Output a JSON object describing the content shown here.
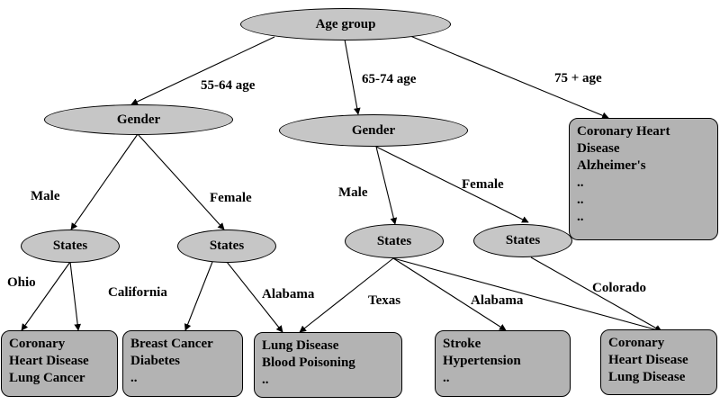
{
  "nodes": {
    "age_group": "Age group",
    "gender_55": "Gender",
    "gender_65": "Gender",
    "states_male_55": "States",
    "states_female_55": "States",
    "states_male_65": "States",
    "states_female_65": "States",
    "box_75": [
      "Coronary  Heart",
      "Disease",
      "Alzheimer's",
      "..",
      "..",
      ".."
    ],
    "box_ohio": [
      "Coronary",
      "Heart Disease",
      "Lung Cancer"
    ],
    "box_california": [
      "Breast Cancer",
      "Diabetes",
      ".."
    ],
    "box_lung": [
      "Lung Disease",
      "Blood Poisoning",
      ".."
    ],
    "box_stroke": [
      "Stroke",
      "Hypertension",
      ".."
    ],
    "box_colorado": [
      "Coronary",
      "Heart Disease",
      "Lung Disease"
    ]
  },
  "edge_labels": {
    "age_55_64": "55-64 age",
    "age_65_74": "65-74 age",
    "age_75": "75 + age",
    "male_55": "Male",
    "female_55": "Female",
    "male_65": "Male",
    "female_65": "Female",
    "ohio": "Ohio",
    "california": "California",
    "alabama_1": "Alabama",
    "texas": "Texas",
    "alabama_2": "Alabama",
    "colorado": "Colorado"
  },
  "colors": {
    "ellipse_fill": "#c6c6c6",
    "box_fill": "#b3b3b3",
    "stroke": "#000000"
  }
}
